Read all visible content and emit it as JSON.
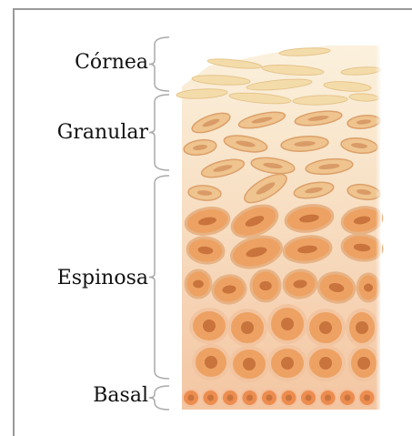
{
  "labels": {
    "cornea": "Córnea",
    "granular": "Granular",
    "espinosa": "Espinosa",
    "basal": "Basal"
  },
  "colors": {
    "border": "#9a9a9a",
    "bracket": "#aaaaaa",
    "cornea_cell": "#f4dcaa",
    "granular_cell": "#efc48e",
    "espinosa_cell": "#eda263",
    "basal_cell": "#ec8d4f",
    "nucleus": "#c9733d"
  }
}
